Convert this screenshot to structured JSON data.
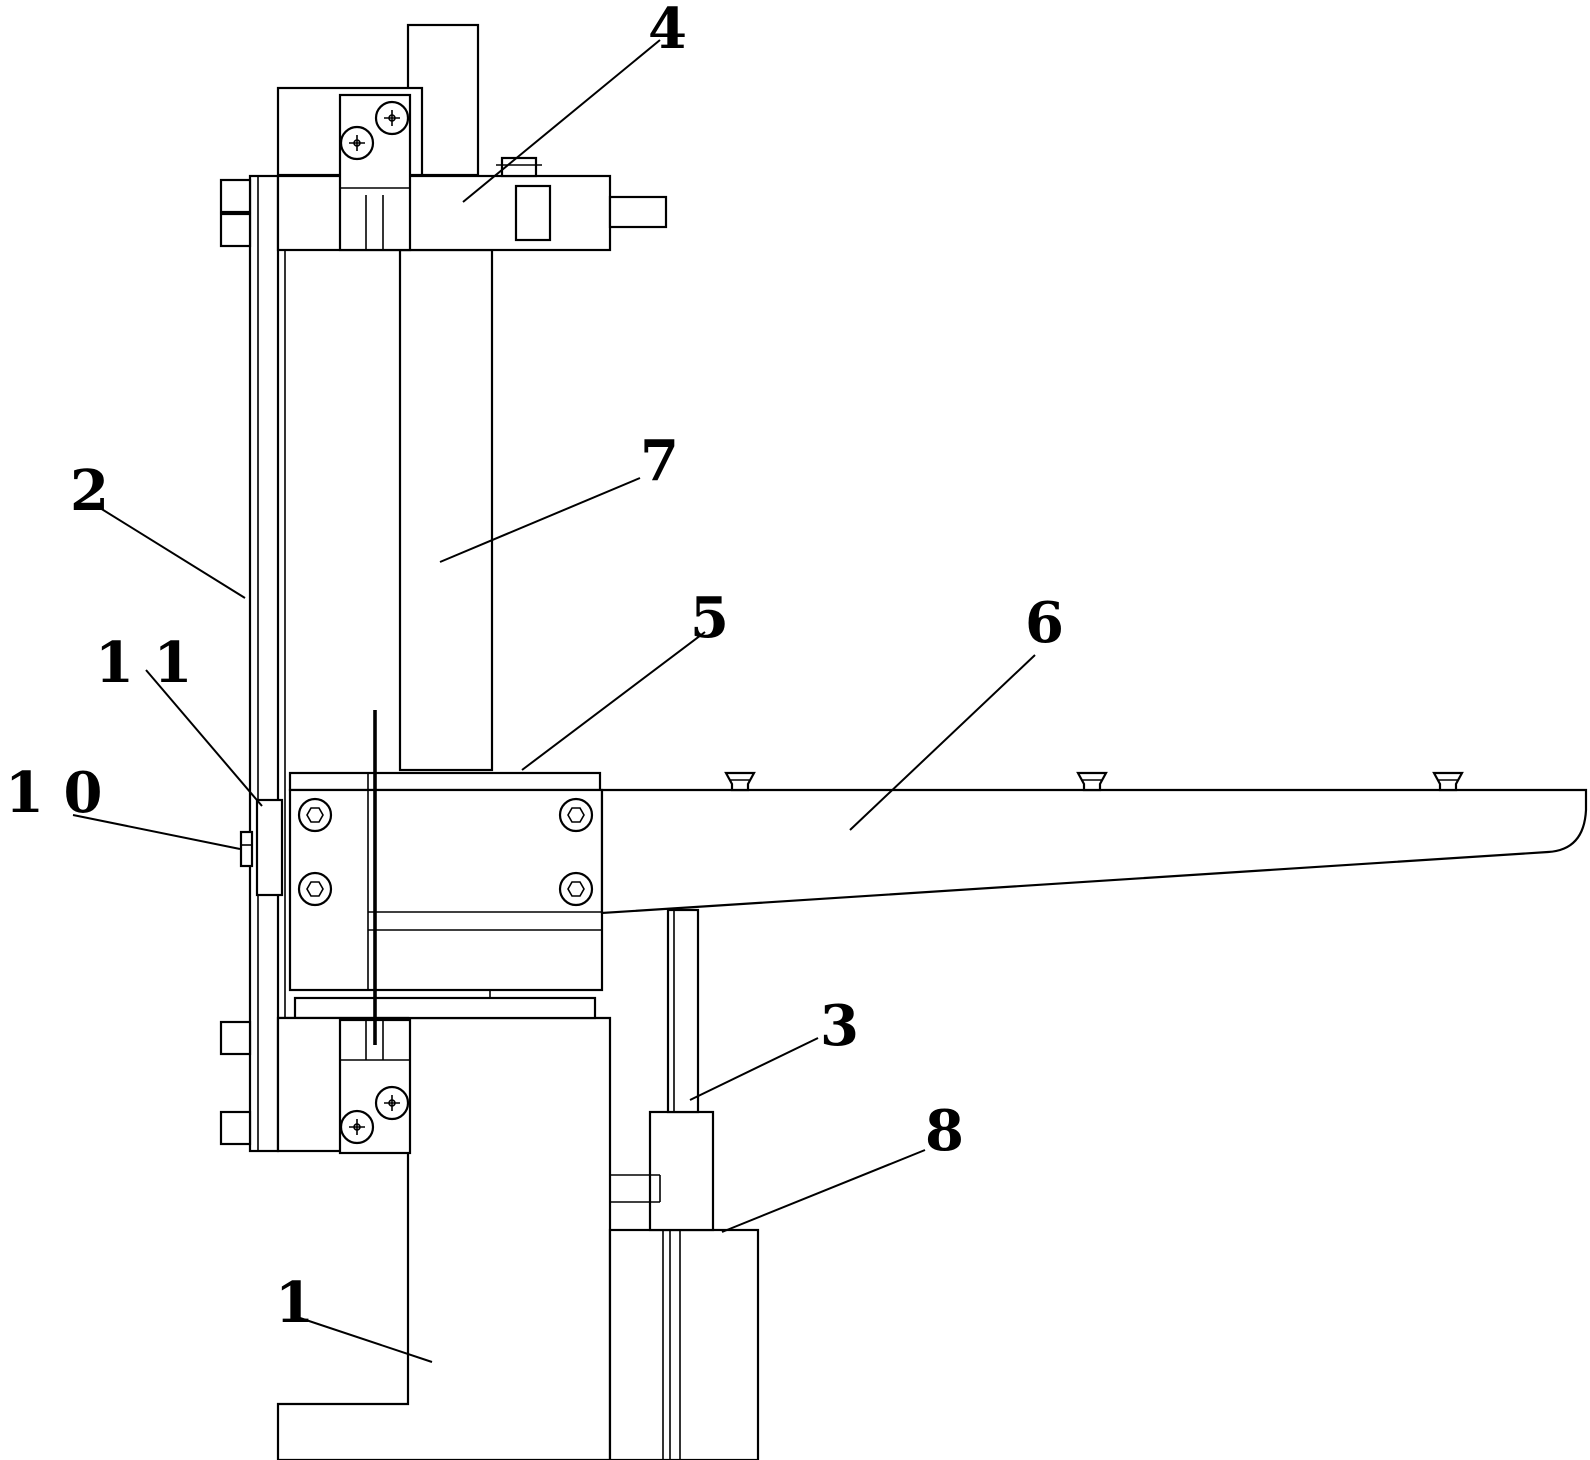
{
  "colors": {
    "line": "#000000",
    "background": "#ffffff"
  },
  "icons": [
    "phillips-screw-icon",
    "hex-socket-bolt-icon",
    "countersunk-screw-icon"
  ],
  "callouts": [
    {
      "id": "1",
      "text": "1"
    },
    {
      "id": "2",
      "text": "2"
    },
    {
      "id": "3",
      "text": "3"
    },
    {
      "id": "4",
      "text": "4"
    },
    {
      "id": "5",
      "text": "5"
    },
    {
      "id": "6",
      "text": "6"
    },
    {
      "id": "7",
      "text": "7"
    },
    {
      "id": "8",
      "text": "8"
    },
    {
      "id": "10",
      "text": "1 0"
    },
    {
      "id": "11",
      "text": "1 1"
    }
  ]
}
